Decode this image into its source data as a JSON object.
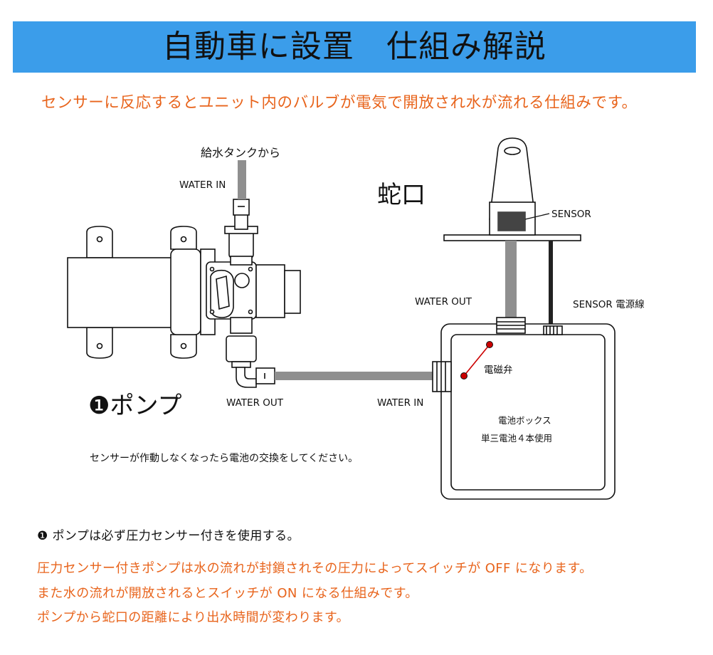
{
  "header": {
    "title": "自動車に設置　仕組み解説"
  },
  "intro": "センサーに反応するとユニット内のバルブが電気で開放され水が流れる仕組みです。",
  "diagram": {
    "supply_label": "給水タンクから",
    "pump_water_in": "WATER IN",
    "pump_water_out": "WATER OUT",
    "faucet_label": "蛇口",
    "sensor_label": "SENSOR",
    "box_water_out": "WATER OUT",
    "sensor_power_label": "SENSOR 電源線",
    "solenoid_label": "電磁弁",
    "box_water_in": "WATER IN",
    "pump_label": "❶ポンプ",
    "battery_box_label": "電池ボックス",
    "battery_spec": "単三電池４本使用",
    "battery_note": "センサーが作動しなくなったら電池の交換をしてください。"
  },
  "notes": {
    "pump_requirement": "❶ ポンプは必ず圧力センサー付きを使用する。",
    "explanation_lines": [
      "圧力センサー付きポンプは水の流れが封鎖されその圧力によってスイッチが OFF になります。",
      "また水の流れが開放されるとスイッチが ON になる仕組みです。",
      "ポンプから蛇口の距離により出水時間が変わります。"
    ]
  },
  "colors": {
    "banner": "#3b9dea",
    "accent_text": "#e8641c",
    "pipe": "#8f8f8f",
    "valve_dot": "#cc0000"
  }
}
